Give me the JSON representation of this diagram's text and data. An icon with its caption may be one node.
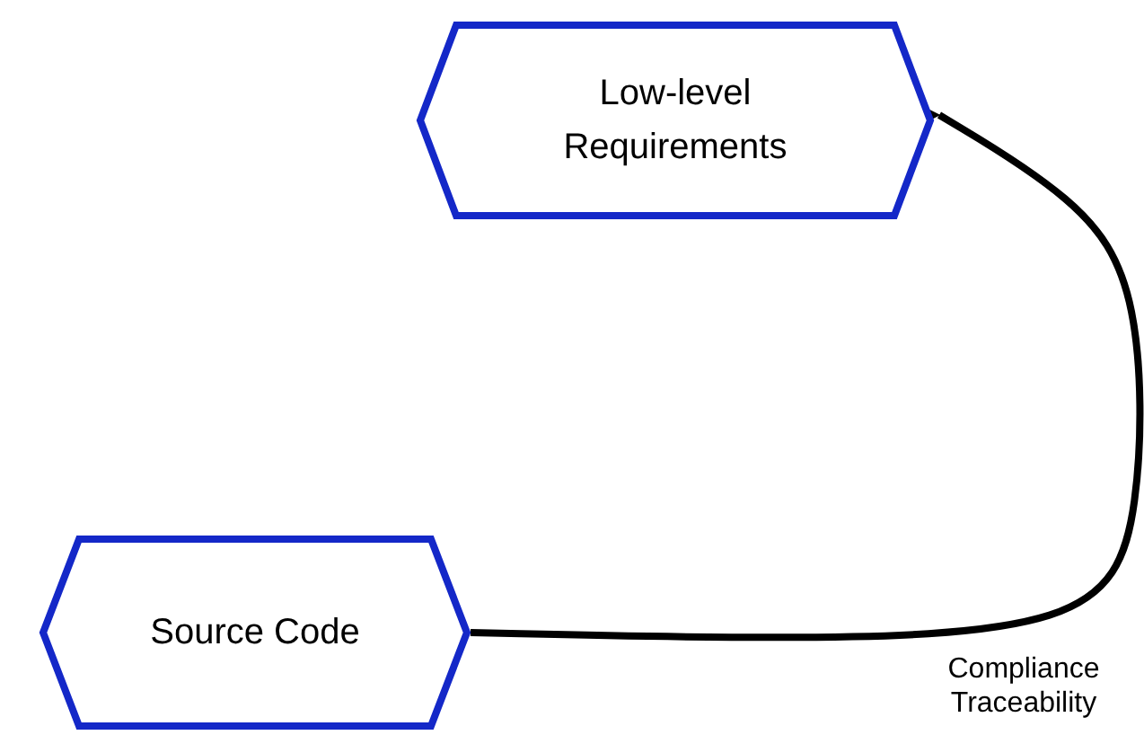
{
  "diagram": {
    "nodes": [
      {
        "text": [
          "Low-level Requirements"
        ]
      },
      {
        "text": [
          "Source Code"
        ]
      }
    ],
    "edges": [
      {
        "from": 1,
        "to": 0,
        "arrow": "to",
        "label": "Compliance Traceability"
      }
    ]
  }
}
